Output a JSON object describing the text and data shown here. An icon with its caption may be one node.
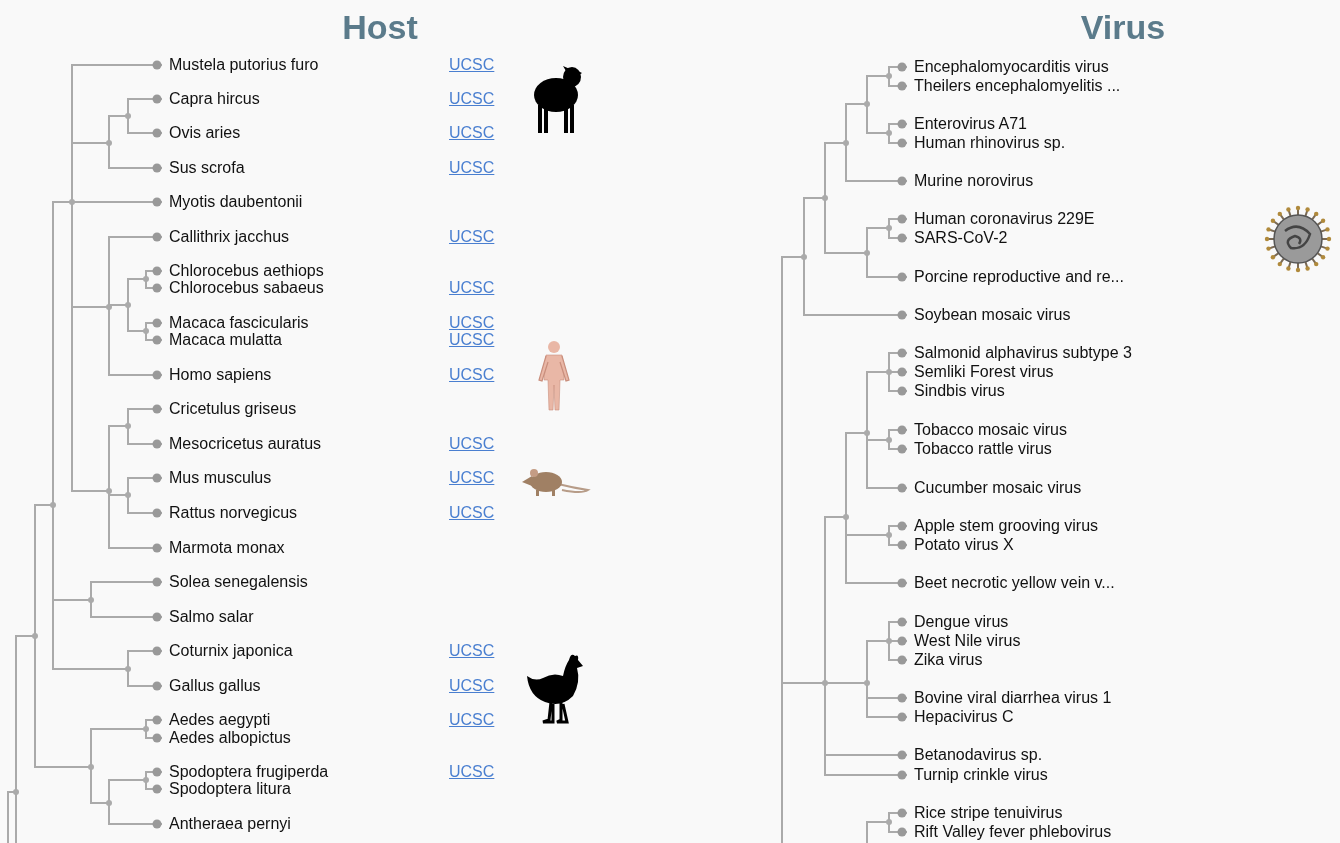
{
  "diagram": {
    "nodes": [
      {
        "text": [
          "Mustela putorius furo"
        ]
      },
      {
        "text": [
          "Capra hircus"
        ]
      },
      {
        "text": [
          "Ovis aries"
        ]
      },
      {
        "text": [
          "Sus scrofa"
        ]
      },
      {
        "text": [
          "Myotis daubentonii"
        ]
      },
      {
        "text": [
          "Callithrix jacchus"
        ]
      },
      {
        "text": [
          "Chlorocebus aethiops"
        ]
      },
      {
        "text": [
          "Chlorocebus sabaeus"
        ]
      },
      {
        "text": [
          "Macaca fascicularis"
        ]
      },
      {
        "text": [
          "Macaca mulatta"
        ]
      },
      {
        "text": [
          "Homo sapiens"
        ]
      },
      {
        "text": [
          "Cricetulus griseus"
        ]
      },
      {
        "text": [
          "Mesocricetus auratus"
        ]
      },
      {
        "text": [
          "Mus musculus"
        ]
      },
      {
        "text": [
          "Rattus norvegicus"
        ]
      },
      {
        "text": [
          "Marmota monax"
        ]
      },
      {
        "text": [
          "Solea senegalensis"
        ]
      },
      {
        "text": [
          "Salmo salar"
        ]
      },
      {
        "text": [
          "Coturnix japonica"
        ]
      },
      {
        "text": [
          "Gallus gallus"
        ]
      },
      {
        "text": [
          "Aedes aegypti"
        ]
      },
      {
        "text": [
          "Aedes albopictus"
        ]
      },
      {
        "text": [
          "Spodoptera frugiperda"
        ]
      },
      {
        "text": [
          "Spodoptera litura"
        ]
      },
      {
        "text": [
          "Antheraea pernyi"
        ]
      },
      {
        "text": [],
        "shape": "point"
      },
      {
        "text": [],
        "shape": "point"
      },
      {
        "text": [],
        "shape": "point"
      },
      {
        "text": [],
        "shape": "point"
      },
      {
        "text": [],
        "shape": "point"
      },
      {
        "text": [],
        "shape": "point"
      },
      {
        "text": [],
        "shape": "point"
      },
      {
        "text": [],
        "shape": "point"
      },
      {
        "text": [],
        "shape": "point"
      },
      {
        "text": [],
        "shape": "point"
      },
      {
        "text": [],
        "shape": "point"
      },
      {
        "text": [],
        "shape": "point"
      },
      {
        "text": [],
        "shape": "point"
      },
      {
        "text": [],
        "shape": "point"
      },
      {
        "text": [],
        "shape": "point"
      },
      {
        "text": [],
        "shape": "point"
      },
      {
        "text": [],
        "shape": "point"
      },
      {
        "text": [],
        "shape": "point"
      },
      {
        "text": [],
        "shape": "point"
      },
      {
        "text": [
          "Encephalomyocarditis virus"
        ]
      },
      {
        "text": [
          "Theilers encephalomyelitis ..."
        ]
      },
      {
        "text": [
          "Enterovirus A71"
        ]
      },
      {
        "text": [
          "Human rhinovirus sp."
        ]
      },
      {
        "text": [
          "Murine norovirus"
        ]
      },
      {
        "text": [
          "Human coronavirus 229E"
        ]
      },
      {
        "text": [
          "SARS-CoV-2"
        ]
      },
      {
        "text": [
          "Porcine reproductive and re..."
        ]
      },
      {
        "text": [
          "Soybean mosaic virus"
        ]
      },
      {
        "text": [
          "Salmonid alphavirus subtype 3"
        ]
      },
      {
        "text": [
          "Semliki Forest virus"
        ]
      },
      {
        "text": [
          "Sindbis virus"
        ]
      },
      {
        "text": [
          "Tobacco mosaic virus"
        ]
      },
      {
        "text": [
          "Tobacco rattle virus"
        ]
      },
      {
        "text": [
          "Cucumber mosaic virus"
        ]
      },
      {
        "text": [
          "Apple stem grooving virus"
        ]
      },
      {
        "text": [
          "Potato virus X"
        ]
      },
      {
        "text": [
          "Beet necrotic yellow vein v..."
        ]
      },
      {
        "text": [
          "Dengue virus"
        ]
      },
      {
        "text": [
          "West Nile virus"
        ]
      },
      {
        "text": [
          "Zika virus"
        ]
      },
      {
        "text": [
          "Bovine viral diarrhea virus 1"
        ]
      },
      {
        "text": [
          "Hepacivirus C"
        ]
      },
      {
        "text": [
          "Betanodavirus sp."
        ]
      },
      {
        "text": [
          "Turnip crinkle virus"
        ]
      },
      {
        "text": [
          "Rice stripe tenuivirus"
        ]
      },
      {
        "text": [
          "Rift Valley fever phlebovirus"
        ]
      },
      {
        "text": [],
        "shape": "point"
      },
      {
        "text": [],
        "shape": "point"
      },
      {
        "text": [],
        "shape": "point"
      },
      {
        "text": [],
        "shape": "point"
      },
      {
        "text": [],
        "shape": "point"
      },
      {
        "text": [],
        "shape": "point"
      },
      {
        "text": [],
        "shape": "point"
      },
      {
        "text": [],
        "shape": "point"
      },
      {
        "text": [],
        "shape": "point"
      },
      {
        "text": [],
        "shape": "point"
      },
      {
        "text": [],
        "shape": "point"
      },
      {
        "text": [],
        "shape": "point"
      },
      {
        "text": [],
        "shape": "point"
      },
      {
        "text": [],
        "shape": "point"
      },
      {
        "text": [],
        "shape": "point"
      },
      {
        "text": [],
        "shape": "point"
      },
      {
        "text": [],
        "shape": "point"
      }
    ],
    "edges": [
      {
        "from": 25,
        "to": 1,
        "arrow": "other"
      },
      {
        "from": 25,
        "to": 2,
        "arrow": "other"
      },
      {
        "from": 26,
        "to": 25,
        "arrow": "none"
      },
      {
        "from": 26,
        "to": 3,
        "arrow": "other"
      },
      {
        "from": 27,
        "to": 6,
        "arrow": "other"
      },
      {
        "from": 27,
        "to": 7,
        "arrow": "other"
      },
      {
        "from": 28,
        "to": 8,
        "arrow": "other"
      },
      {
        "from": 28,
        "to": 9,
        "arrow": "other"
      },
      {
        "from": 29,
        "to": 27,
        "arrow": "none"
      },
      {
        "from": 29,
        "to": 28,
        "arrow": "none"
      },
      {
        "from": 30,
        "to": 5,
        "arrow": "other"
      },
      {
        "from": 30,
        "to": 29,
        "arrow": "none"
      },
      {
        "from": 30,
        "to": 10,
        "arrow": "other"
      },
      {
        "from": 31,
        "to": 11,
        "arrow": "other"
      },
      {
        "from": 31,
        "to": 12,
        "arrow": "other"
      },
      {
        "from": 32,
        "to": 13,
        "arrow": "other"
      },
      {
        "from": 32,
        "to": 14,
        "arrow": "other"
      },
      {
        "from": 33,
        "to": 31,
        "arrow": "none"
      },
      {
        "from": 33,
        "to": 32,
        "arrow": "none"
      },
      {
        "from": 33,
        "to": 15,
        "arrow": "other"
      },
      {
        "from": 34,
        "to": 0,
        "arrow": "other"
      },
      {
        "from": 34,
        "to": 26,
        "arrow": "none"
      },
      {
        "from": 34,
        "to": 4,
        "arrow": "other"
      },
      {
        "from": 34,
        "to": 30,
        "arrow": "none"
      },
      {
        "from": 34,
        "to": 33,
        "arrow": "none"
      },
      {
        "from": 35,
        "to": 16,
        "arrow": "other"
      },
      {
        "from": 35,
        "to": 17,
        "arrow": "other"
      },
      {
        "from": 36,
        "to": 18,
        "arrow": "other"
      },
      {
        "from": 36,
        "to": 19,
        "arrow": "other"
      },
      {
        "from": 37,
        "to": 34,
        "arrow": "none"
      },
      {
        "from": 37,
        "to": 35,
        "arrow": "none"
      },
      {
        "from": 37,
        "to": 36,
        "arrow": "none"
      },
      {
        "from": 38,
        "to": 20,
        "arrow": "other"
      },
      {
        "from": 38,
        "to": 21,
        "arrow": "other"
      },
      {
        "from": 39,
        "to": 22,
        "arrow": "other"
      },
      {
        "from": 39,
        "to": 23,
        "arrow": "other"
      },
      {
        "from": 40,
        "to": 39,
        "arrow": "none"
      },
      {
        "from": 40,
        "to": 24,
        "arrow": "other"
      },
      {
        "from": 41,
        "to": 38,
        "arrow": "none"
      },
      {
        "from": 41,
        "to": 40,
        "arrow": "none"
      },
      {
        "from": 42,
        "to": 37,
        "arrow": "none"
      },
      {
        "from": 42,
        "to": 41,
        "arrow": "none"
      },
      {
        "from": 43,
        "to": 42,
        "arrow": "none"
      },
      {
        "from": null,
        "to": 43,
        "arrow": "none"
      },
      {
        "from": 71,
        "to": 44,
        "arrow": "other"
      },
      {
        "from": 71,
        "to": 45,
        "arrow": "other"
      },
      {
        "from": 72,
        "to": 46,
        "arrow": "other"
      },
      {
        "from": 72,
        "to": 47,
        "arrow": "other"
      },
      {
        "from": 73,
        "to": 71,
        "arrow": "none"
      },
      {
        "from": 73,
        "to": 72,
        "arrow": "none"
      },
      {
        "from": 74,
        "to": 73,
        "arrow": "none"
      },
      {
        "from": 74,
        "to": 48,
        "arrow": "other"
      },
      {
        "from": 75,
        "to": 49,
        "arrow": "other"
      },
      {
        "from": 75,
        "to": 50,
        "arrow": "other"
      },
      {
        "from": 76,
        "to": 75,
        "arrow": "none"
      },
      {
        "from": 76,
        "to": 51,
        "arrow": "other"
      },
      {
        "from": 77,
        "to": 74,
        "arrow": "none"
      },
      {
        "from": 77,
        "to": 76,
        "arrow": "none"
      },
      {
        "from": 78,
        "to": 77,
        "arrow": "none"
      },
      {
        "from": 78,
        "to": 52,
        "arrow": "other"
      },
      {
        "from": 79,
        "to": 53,
        "arrow": "other"
      },
      {
        "from": 79,
        "to": 54,
        "arrow": "other"
      },
      {
        "from": 79,
        "to": 55,
        "arrow": "other"
      },
      {
        "from": 80,
        "to": 56,
        "arrow": "other"
      },
      {
        "from": 80,
        "to": 57,
        "arrow": "other"
      },
      {
        "from": 81,
        "to": 79,
        "arrow": "none"
      },
      {
        "from": 81,
        "to": 80,
        "arrow": "none"
      },
      {
        "from": 81,
        "to": 58,
        "arrow": "other"
      },
      {
        "from": 82,
        "to": 59,
        "arrow": "other"
      },
      {
        "from": 82,
        "to": 60,
        "arrow": "other"
      },
      {
        "from": 83,
        "to": 81,
        "arrow": "none"
      },
      {
        "from": 83,
        "to": 82,
        "arrow": "none"
      },
      {
        "from": 83,
        "to": 61,
        "arrow": "other"
      },
      {
        "from": 84,
        "to": 62,
        "arrow": "other"
      },
      {
        "from": 84,
        "to": 63,
        "arrow": "other"
      },
      {
        "from": 84,
        "to": 64,
        "arrow": "other"
      },
      {
        "from": 85,
        "to": 84,
        "arrow": "none"
      },
      {
        "from": 85,
        "to": 65,
        "arrow": "other"
      },
      {
        "from": 85,
        "to": 66,
        "arrow": "other"
      },
      {
        "from": 86,
        "to": 83,
        "arrow": "none"
      },
      {
        "from": 86,
        "to": 85,
        "arrow": "none"
      },
      {
        "from": 86,
        "to": 67,
        "arrow": "other"
      },
      {
        "from": 86,
        "to": 68,
        "arrow": "other"
      },
      {
        "from": 87,
        "to": 69,
        "arrow": "other"
      },
      {
        "from": 87,
        "to": 70,
        "arrow": "other"
      },
      {
        "from": null,
        "to": 87,
        "arrow": "none"
      },
      {
        "from": null,
        "to": 78,
        "arrow": "none"
      },
      {
        "from": null,
        "to": 86,
        "arrow": "none"
      }
    ],
    "labels": [
      "Host",
      "Virus",
      "UCSC",
      "UCSC",
      "UCSC",
      "UCSC",
      "UCSC",
      "UCSC",
      "UCSC",
      "UCSC",
      "UCSC",
      "UCSC",
      "UCSC",
      "UCSC",
      "UCSC",
      "UCSC",
      "UCSC",
      "UCSC"
    ]
  }
}
